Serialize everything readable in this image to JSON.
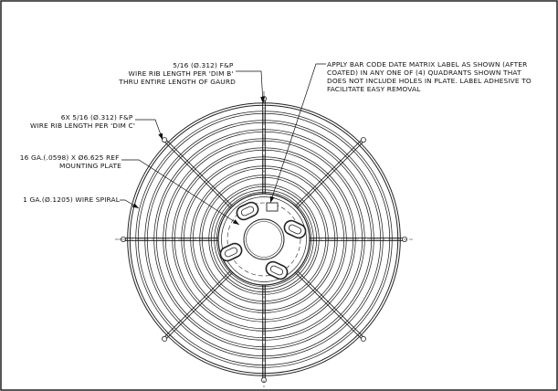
{
  "notes": {
    "wire_rib_b": [
      "5/16 (Ø.312) F&P",
      "WIRE RIB LENGTH PER 'DIM B'",
      "THRU ENTIRE LENGTH OF GAURD"
    ],
    "wire_rib_c": [
      "6X 5/16 (Ø.312) F&P",
      "WIRE RIB LENGTH PER 'DIM C'"
    ],
    "mounting_plate": [
      "16 GA.(.0598) X Ø6.625 REF",
      "MOUNTING PLATE"
    ],
    "wire_spiral": [
      "1 GA.(Ø.1205) WIRE SPIRAL"
    ],
    "bar_code": [
      "APPLY BAR CODE DATE MATRIX LABEL AS SHOWN (AFTER",
      "COATED) IN ANY ONE OF (4) QUADRANTS SHOWN THAT",
      "DOES NOT INCLUDE HOLES IN PLATE. LABEL ADHESIVE TO",
      "FACILITATE EASY REMOVAL"
    ]
  }
}
